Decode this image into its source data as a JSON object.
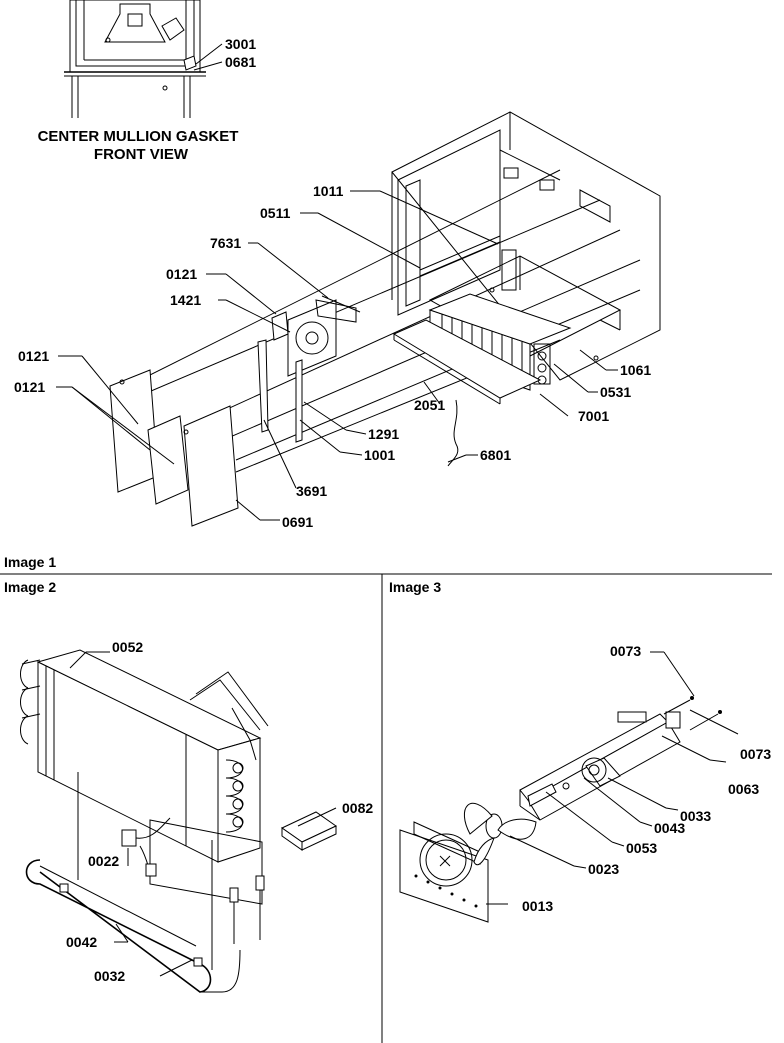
{
  "gasket_view": {
    "caption_line1": "CENTER MULLION GASKET",
    "caption_line2": "FRONT VIEW",
    "labels": [
      "3001",
      "0681"
    ]
  },
  "image1": {
    "title": "Image 1",
    "labels": [
      "1011",
      "0511",
      "7631",
      "0121",
      "1421",
      "0121",
      "0121",
      "1061",
      "0531",
      "2051",
      "7001",
      "1291",
      "1001",
      "6801",
      "3691",
      "0691"
    ]
  },
  "image2": {
    "title": "Image 2",
    "labels": [
      "0052",
      "0022",
      "0082",
      "0042",
      "0032"
    ]
  },
  "image3": {
    "title": "Image 3",
    "labels": [
      "0073",
      "0073",
      "0063",
      "0033",
      "0043",
      "0053",
      "0023",
      "0013"
    ]
  }
}
